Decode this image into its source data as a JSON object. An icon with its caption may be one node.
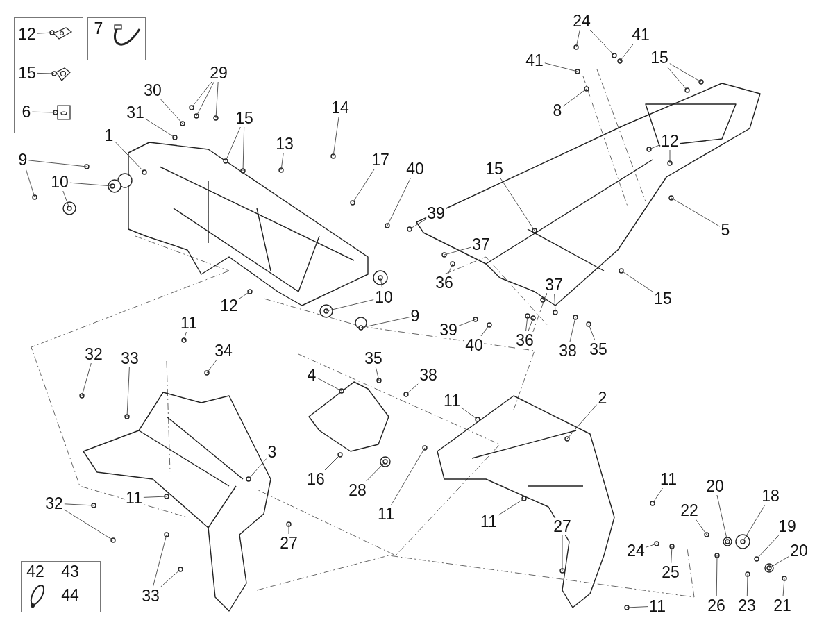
{
  "diagram": {
    "nodes": [
      {
        "text": [],
        "shape": "box"
      },
      {
        "text": [
          "12"
        ],
        "in": 0
      },
      {
        "text": [
          "15"
        ],
        "in": 0
      },
      {
        "text": [
          "6"
        ],
        "in": 0
      },
      {
        "text": [
          "7"
        ]
      },
      {
        "text": [
          "42",
          "43",
          "44"
        ]
      },
      {
        "text": [
          "24"
        ]
      },
      {
        "text": [
          "41"
        ]
      },
      {
        "text": [
          "15"
        ]
      },
      {
        "text": [
          "41"
        ]
      },
      {
        "text": [
          "29"
        ]
      },
      {
        "text": [
          "30"
        ]
      },
      {
        "text": [
          "14"
        ]
      },
      {
        "text": [
          "8"
        ]
      },
      {
        "text": [
          "31"
        ]
      },
      {
        "text": [
          "15"
        ]
      },
      {
        "text": [
          "1"
        ]
      },
      {
        "text": [
          "12"
        ]
      },
      {
        "text": [
          "13"
        ]
      },
      {
        "text": [
          "9"
        ]
      },
      {
        "text": [
          "17"
        ]
      },
      {
        "text": [
          "40"
        ]
      },
      {
        "text": [
          "15"
        ]
      },
      {
        "text": [
          "10"
        ]
      },
      {
        "text": [
          "39"
        ]
      },
      {
        "text": [
          "5"
        ]
      },
      {
        "text": [
          "37"
        ]
      },
      {
        "text": [
          "36"
        ]
      },
      {
        "text": [
          "37"
        ]
      },
      {
        "text": [
          "15"
        ]
      },
      {
        "text": [
          "12"
        ]
      },
      {
        "text": [
          "10"
        ]
      },
      {
        "text": [
          "9"
        ]
      },
      {
        "text": [
          "11"
        ]
      },
      {
        "text": [
          "39"
        ]
      },
      {
        "text": [
          "40"
        ]
      },
      {
        "text": [
          "36"
        ]
      },
      {
        "text": [
          "38"
        ]
      },
      {
        "text": [
          "35"
        ]
      },
      {
        "text": [
          "32"
        ]
      },
      {
        "text": [
          "34"
        ]
      },
      {
        "text": [
          "33"
        ]
      },
      {
        "text": [
          "35"
        ]
      },
      {
        "text": [
          "4"
        ]
      },
      {
        "text": [
          "38"
        ]
      },
      {
        "text": [
          "2"
        ]
      },
      {
        "text": [
          "11"
        ]
      },
      {
        "text": [
          "3"
        ]
      },
      {
        "text": [
          "16"
        ]
      },
      {
        "text": [
          "11"
        ]
      },
      {
        "text": [
          "20"
        ]
      },
      {
        "text": [
          "28"
        ]
      },
      {
        "text": [
          "18"
        ]
      },
      {
        "text": [
          "11"
        ]
      },
      {
        "text": [
          "32"
        ]
      },
      {
        "text": [
          "22"
        ]
      },
      {
        "text": [
          "11"
        ]
      },
      {
        "text": [
          "11"
        ]
      },
      {
        "text": [
          "19"
        ]
      },
      {
        "text": [
          "27"
        ]
      },
      {
        "text": [
          "27"
        ]
      },
      {
        "text": [
          "24"
        ]
      },
      {
        "text": [
          "20"
        ]
      },
      {
        "text": [
          "25"
        ]
      },
      {
        "text": [
          "33"
        ]
      },
      {
        "text": [
          "26"
        ]
      },
      {
        "text": [
          "23"
        ]
      },
      {
        "text": [
          "21"
        ]
      },
      {
        "text": [
          "11"
        ]
      }
    ],
    "edges": [
      {
        "from": 1,
        "to": null,
        "arrow": "none"
      },
      {
        "from": 2,
        "to": null,
        "arrow": "none"
      },
      {
        "from": 3,
        "to": null,
        "arrow": "none"
      },
      {
        "from": 6,
        "to": null,
        "arrow": "none"
      },
      {
        "from": 6,
        "to": null,
        "arrow": "none"
      },
      {
        "from": 7,
        "to": null,
        "arrow": "none"
      },
      {
        "from": 8,
        "to": null,
        "arrow": "none"
      },
      {
        "from": 8,
        "to": null,
        "arrow": "none"
      },
      {
        "from": 9,
        "to": null,
        "arrow": "none"
      },
      {
        "from": 10,
        "to": null,
        "arrow": "none"
      },
      {
        "from": 10,
        "to": null,
        "arrow": "none"
      },
      {
        "from": 10,
        "to": null,
        "arrow": "none"
      },
      {
        "from": 11,
        "to": null,
        "arrow": "none"
      },
      {
        "from": 12,
        "to": null,
        "arrow": "none"
      },
      {
        "from": 13,
        "to": null,
        "arrow": "none"
      },
      {
        "from": 14,
        "to": null,
        "arrow": "none"
      },
      {
        "from": 15,
        "to": null,
        "arrow": "none"
      },
      {
        "from": 15,
        "to": null,
        "arrow": "none"
      },
      {
        "from": 16,
        "to": null,
        "arrow": "none"
      },
      {
        "from": 17,
        "to": null,
        "arrow": "none"
      },
      {
        "from": 17,
        "to": null,
        "arrow": "none"
      },
      {
        "from": 18,
        "to": null,
        "arrow": "none"
      },
      {
        "from": 19,
        "to": null,
        "arrow": "none"
      },
      {
        "from": 19,
        "to": null,
        "arrow": "none"
      },
      {
        "from": 20,
        "to": null,
        "arrow": "none"
      },
      {
        "from": 21,
        "to": null,
        "arrow": "none"
      },
      {
        "from": 22,
        "to": null,
        "arrow": "none"
      },
      {
        "from": 23,
        "to": null,
        "arrow": "none"
      },
      {
        "from": 23,
        "to": null,
        "arrow": "none"
      },
      {
        "from": 24,
        "to": null,
        "arrow": "none"
      },
      {
        "from": 25,
        "to": null,
        "arrow": "none"
      },
      {
        "from": 26,
        "to": null,
        "arrow": "none"
      },
      {
        "from": 27,
        "to": null,
        "arrow": "none"
      },
      {
        "from": 28,
        "to": null,
        "arrow": "none"
      },
      {
        "from": 28,
        "to": null,
        "arrow": "none"
      },
      {
        "from": 29,
        "to": null,
        "arrow": "none"
      },
      {
        "from": 30,
        "to": null,
        "arrow": "none"
      },
      {
        "from": 31,
        "to": null,
        "arrow": "none"
      },
      {
        "from": 31,
        "to": null,
        "arrow": "none"
      },
      {
        "from": 32,
        "to": null,
        "arrow": "none"
      },
      {
        "from": 33,
        "to": null,
        "arrow": "none"
      },
      {
        "from": 34,
        "to": null,
        "arrow": "none"
      },
      {
        "from": 35,
        "to": null,
        "arrow": "none"
      },
      {
        "from": 36,
        "to": null,
        "arrow": "none"
      },
      {
        "from": 36,
        "to": null,
        "arrow": "none"
      },
      {
        "from": 37,
        "to": null,
        "arrow": "none"
      },
      {
        "from": 38,
        "to": null,
        "arrow": "none"
      },
      {
        "from": 39,
        "to": null,
        "arrow": "none"
      },
      {
        "from": 40,
        "to": null,
        "arrow": "none"
      },
      {
        "from": 41,
        "to": null,
        "arrow": "none"
      },
      {
        "from": 42,
        "to": null,
        "arrow": "none"
      },
      {
        "from": 43,
        "to": null,
        "arrow": "none"
      },
      {
        "from": 44,
        "to": null,
        "arrow": "none"
      },
      {
        "from": 45,
        "to": null,
        "arrow": "none"
      },
      {
        "from": 46,
        "to": null,
        "arrow": "none"
      },
      {
        "from": 47,
        "to": null,
        "arrow": "none"
      },
      {
        "from": 48,
        "to": null,
        "arrow": "none"
      },
      {
        "from": 49,
        "to": null,
        "arrow": "none"
      },
      {
        "from": 50,
        "to": null,
        "arrow": "none"
      },
      {
        "from": 51,
        "to": null,
        "arrow": "none"
      },
      {
        "from": 52,
        "to": null,
        "arrow": "none"
      },
      {
        "from": 53,
        "to": null,
        "arrow": "none"
      },
      {
        "from": 54,
        "to": null,
        "arrow": "none"
      },
      {
        "from": 54,
        "to": null,
        "arrow": "none"
      },
      {
        "from": 55,
        "to": null,
        "arrow": "none"
      },
      {
        "from": 56,
        "to": null,
        "arrow": "none"
      },
      {
        "from": 57,
        "to": null,
        "arrow": "none"
      },
      {
        "from": 58,
        "to": null,
        "arrow": "none"
      },
      {
        "from": 59,
        "to": null,
        "arrow": "none"
      },
      {
        "from": 60,
        "to": null,
        "arrow": "none"
      },
      {
        "from": 61,
        "to": null,
        "arrow": "none"
      },
      {
        "from": 62,
        "to": null,
        "arrow": "none"
      },
      {
        "from": 63,
        "to": null,
        "arrow": "none"
      },
      {
        "from": 64,
        "to": null,
        "arrow": "none"
      },
      {
        "from": 64,
        "to": null,
        "arrow": "none"
      },
      {
        "from": 65,
        "to": null,
        "arrow": "none"
      },
      {
        "from": 66,
        "to": null,
        "arrow": "none"
      },
      {
        "from": 67,
        "to": null,
        "arrow": "none"
      },
      {
        "from": 68,
        "to": null,
        "arrow": "none"
      }
    ]
  }
}
